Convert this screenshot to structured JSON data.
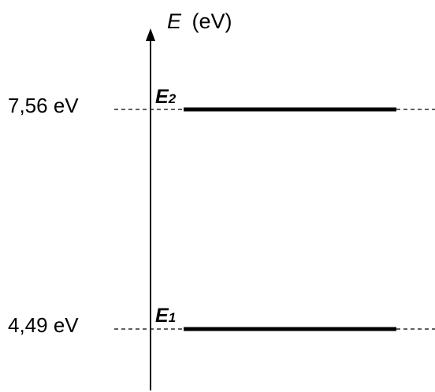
{
  "axis": {
    "symbol": "E",
    "unit": "(eV)"
  },
  "levels": [
    {
      "name": "E",
      "index": "2",
      "value_label": "7,56 eV",
      "energy": 7.56
    },
    {
      "name": "E",
      "index": "1",
      "value_label": "4,49 eV",
      "energy": 4.49
    }
  ],
  "colors": {
    "line": "#000000",
    "background": "#ffffff"
  }
}
